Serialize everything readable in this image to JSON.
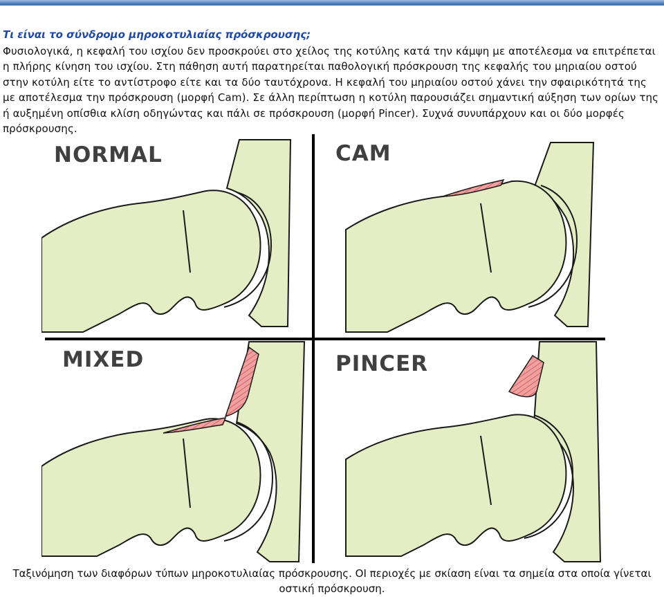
{
  "document": {
    "title": "Τι είναι το σύνδρομο μηροκοτυλιαίας πρόσκρουσης;",
    "paragraph": "Φυσιολογικά, η κεφαλή του ισχίου δεν προσκρούει στο χείλος της κοτύλης κατά την κάμψη με αποτέλεσμα να επιτρέπεται η πλήρης κίνηση του ισχίου. Στη πάθηση αυτή παρατηρείται παθολογική πρόσκρουση της κεφαλής του μηριαίου οστού στην κοτύλη είτε το αντίστροφο είτε και τα δύο ταυτόχρονα. Η κεφαλή του μηριαίου οστού χάνει την σφαιρικότητά της με αποτέλεσμα την πρόσκρουση (μορφή Cam). Σε άλλη περίπτωση η κοτύλη παρουσιάζει σημαντική αύξηση των ορίων της ή αυξημένη οπίσθια κλίση οδηγώντας και πάλι σε πρόσκρουση (μορφή Pincer).  Συχνά συνυπάρχουν και οι δύο μορφές πρόσκρουσης.",
    "caption": "Ταξινόμηση των διαφόρων τύπων μηροκοτυλιαίας πρόσκρουσης. ΟΙ περιοχές με σκίαση είναι τα σημεία στα οποία γίνεται οστική πρόσκρουση."
  },
  "figure": {
    "panels": [
      {
        "label": "NORMAL",
        "impingement": "none"
      },
      {
        "label": "CAM",
        "impingement": "femoral-head"
      },
      {
        "label": "MIXED",
        "impingement": "femoral-head-and-acetabular-rim"
      },
      {
        "label": "PINCER",
        "impingement": "acetabular-rim"
      }
    ],
    "colors": {
      "bone": "#e4edc4",
      "outline": "#1a1a1a",
      "impingement": "#f0a0a0",
      "hatch": "#c84848",
      "accent_bar": "#4f81bd",
      "title": "#1f49a6"
    }
  }
}
